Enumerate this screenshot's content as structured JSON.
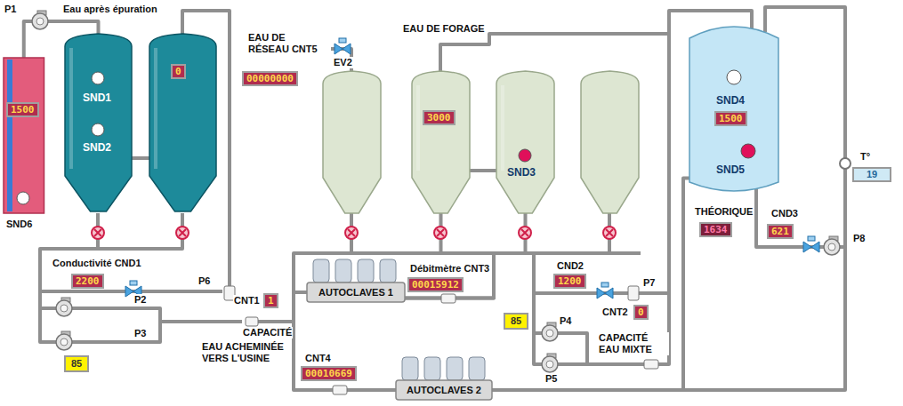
{
  "diagram": {
    "nodes": [
      {
        "text": [
          "1500"
        ]
      },
      {
        "text": [
          "SND1",
          "SND2"
        ]
      },
      {
        "text": [
          "0"
        ]
      },
      {
        "text": [
          "3000"
        ]
      },
      {
        "text": [
          "SND3"
        ]
      },
      {
        "text": [
          "SND4",
          "1500",
          "SND5"
        ]
      },
      {
        "text": [
          "AUTOCLAVES 1"
        ]
      },
      {
        "text": [
          "AUTOCLAVES 2"
        ]
      }
    ],
    "edges": [
      {
        "from": 0,
        "to": 1,
        "arrow": "none"
      },
      {
        "from": 1,
        "to": 2,
        "arrow": "none"
      },
      {
        "from": 3,
        "to": 4,
        "arrow": "none"
      },
      {
        "from": 3,
        "to": 6,
        "arrow": "none"
      },
      {
        "from": 4,
        "to": 6,
        "arrow": "none"
      },
      {
        "from": 7,
        "to": 5,
        "arrow": "none"
      }
    ],
    "labels": [
      "P1",
      "Eau après épuration",
      "SND6",
      "Conductivité CND1",
      "2200",
      "P6",
      "P2",
      "P3",
      "85",
      "CNT1",
      "1",
      "CAPACITÉ",
      "EAU ACHEMINÉE VERS L'USINE",
      "EAU DE RÉSEAU CNT5",
      "00000000",
      "EV2",
      "EAU DE FORAGE",
      "Débitmètre CNT3",
      "00015912",
      "CNT4",
      "00010669",
      "CND2",
      "1200",
      "P7",
      "85",
      "P4",
      "P5",
      "CNT2",
      "0",
      "CAPACITÉ EAU MIXTE",
      "THÉORIQUE",
      "1634",
      "CND3",
      "621",
      "P8",
      "T°",
      "19"
    ]
  }
}
